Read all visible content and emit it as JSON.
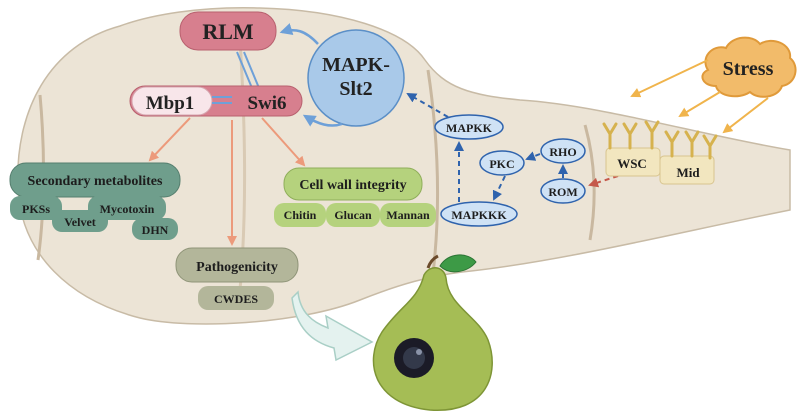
{
  "labels": {
    "rlm": "RLM",
    "mapk": "MAPK-",
    "slt2": "Slt2",
    "mbp1": "Mbp1",
    "swi6": "Swi6",
    "stress": "Stress",
    "mapkk": "MAPKK",
    "pkc": "PKC",
    "rho": "RHO",
    "rom": "ROM",
    "mapkkk": "MAPKKK",
    "wsc": "WSC",
    "mid": "Mid",
    "secondary": "Secondary metabolites",
    "pkss": "PKSs",
    "velvet": "Velvet",
    "mycotoxin": "Mycotoxin",
    "dhn": "DHN",
    "cellwall": "Cell wall integrity",
    "chitin": "Chitin",
    "glucan": "Glucan",
    "mannan": "Mannan",
    "pathogenicity": "Pathogenicity",
    "cwdes": "CWDES"
  },
  "colors": {
    "cell_fill": "#ece4d6",
    "rlm_fill": "#d77f8e",
    "mapk_fill": "#a9c9e9",
    "signal_fill": "#cfe2f5",
    "secondary_fill": "#6f9e8c",
    "cellwall_fill": "#b5d27d",
    "patho_fill": "#b3b69a",
    "stress_fill": "#f2bb6a",
    "arrow_blue": "#2f63ad",
    "arrow_red": "#c5584a",
    "arrow_orange": "#ec9a7b"
  }
}
